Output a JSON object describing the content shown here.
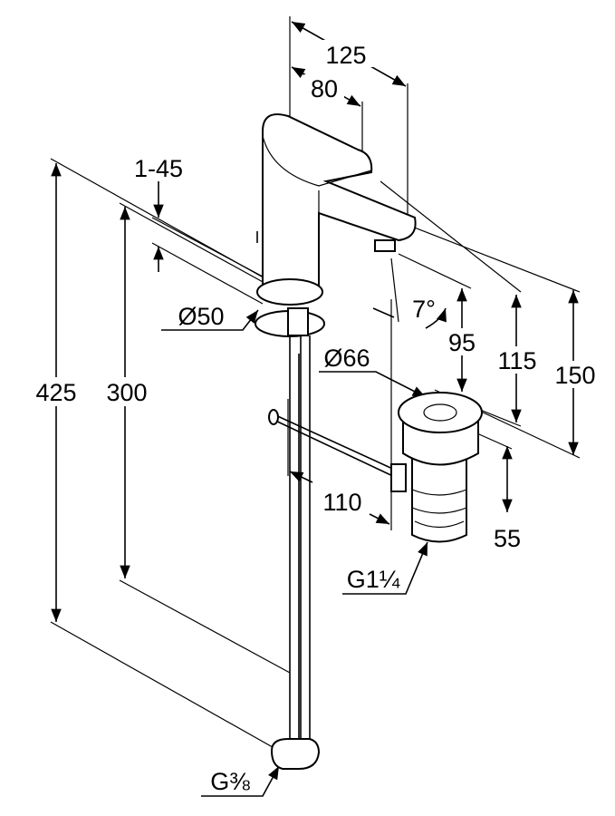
{
  "title": "Basin mixer dimension drawing",
  "dimensions": {
    "spout_reach_total": "125",
    "spout_reach_partial": "80",
    "deck_thickness": "1-45",
    "base_diameter": "Ø50",
    "spout_angle": "7°",
    "spout_height": "95",
    "mid_height": "115",
    "total_height": "150",
    "waste_diameter": "Ø66",
    "hose_length_total": "425",
    "hose_length": "300",
    "waste_offset": "110",
    "waste_height": "55",
    "waste_thread": "G1¼",
    "hose_thread": "G⅜"
  }
}
